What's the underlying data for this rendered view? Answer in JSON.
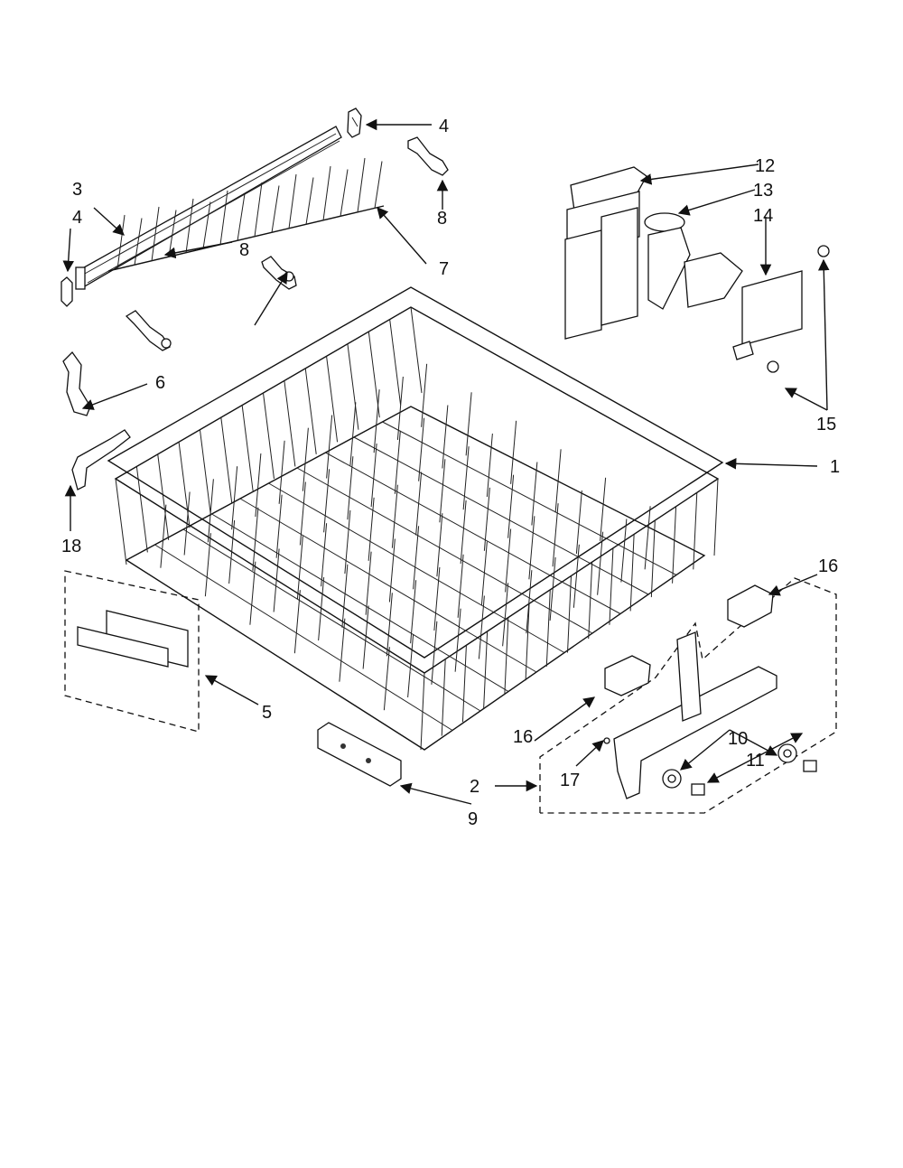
{
  "diagram": {
    "callouts": {
      "c1": "1",
      "c2": "2",
      "c3": "3",
      "c4a": "4",
      "c4b": "4",
      "c5": "5",
      "c6": "6",
      "c7": "7",
      "c8a": "8",
      "c8b": "8",
      "c9": "9",
      "c10": "10",
      "c11": "11",
      "c12": "12",
      "c13": "13",
      "c14": "14",
      "c15": "15",
      "c16a": "16",
      "c16b": "16",
      "c17": "17",
      "c18": "18"
    },
    "icons": {
      "rack": "dishrack-wire-icon",
      "arrow": "leader-arrow-icon"
    }
  }
}
